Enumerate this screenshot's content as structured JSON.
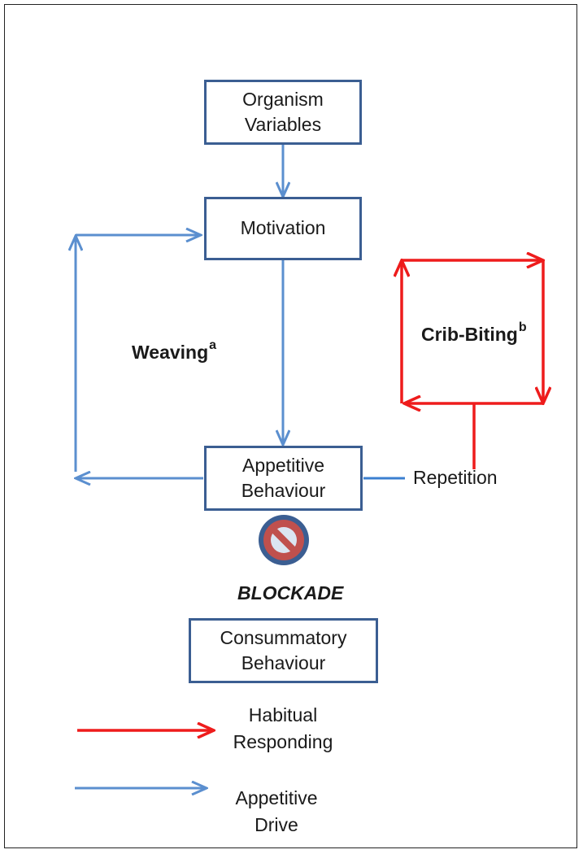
{
  "nodes": {
    "organism_variables": {
      "line1": "Organism",
      "line2": "Variables"
    },
    "motivation": {
      "line1": "Motivation"
    },
    "appetitive_behaviour": {
      "line1": "Appetitive",
      "line2": "Behaviour"
    },
    "consummatory_behaviour": {
      "line1": "Consummatory",
      "line2": "Behaviour"
    }
  },
  "labels": {
    "weaving": "Weaving",
    "weaving_note": "a",
    "crib_biting": "Crib-Biting",
    "crib_biting_note": "b",
    "repetition": "Repetition",
    "blockade": "BLOCKADE"
  },
  "legend": {
    "habitual": {
      "line1": "Habitual",
      "line2": "Responding"
    },
    "appetitive": {
      "line1": "Appetitive",
      "line2": "Drive"
    }
  },
  "icons": {
    "blockade_symbol": "prohibited-icon"
  },
  "colors": {
    "appetitive_drive": "#5b8fcf",
    "habitual_responding": "#ee1c1c",
    "box_border": "#3b5e92"
  }
}
